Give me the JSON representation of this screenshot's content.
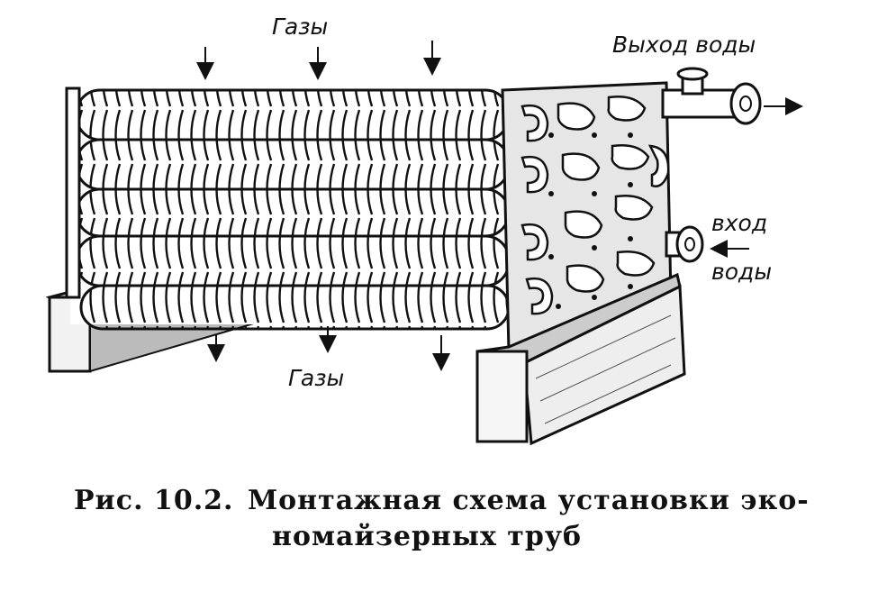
{
  "labels": {
    "gases_top": "Газы",
    "gases_bottom": "Газы",
    "water_out": "Выход воды",
    "water_in_line1": "вход",
    "water_in_line2": "воды"
  },
  "caption": {
    "prefix": "Рис.",
    "number": "10.2.",
    "line1": "Монтажная схема установки эко-",
    "line2": "номайзерных труб"
  }
}
